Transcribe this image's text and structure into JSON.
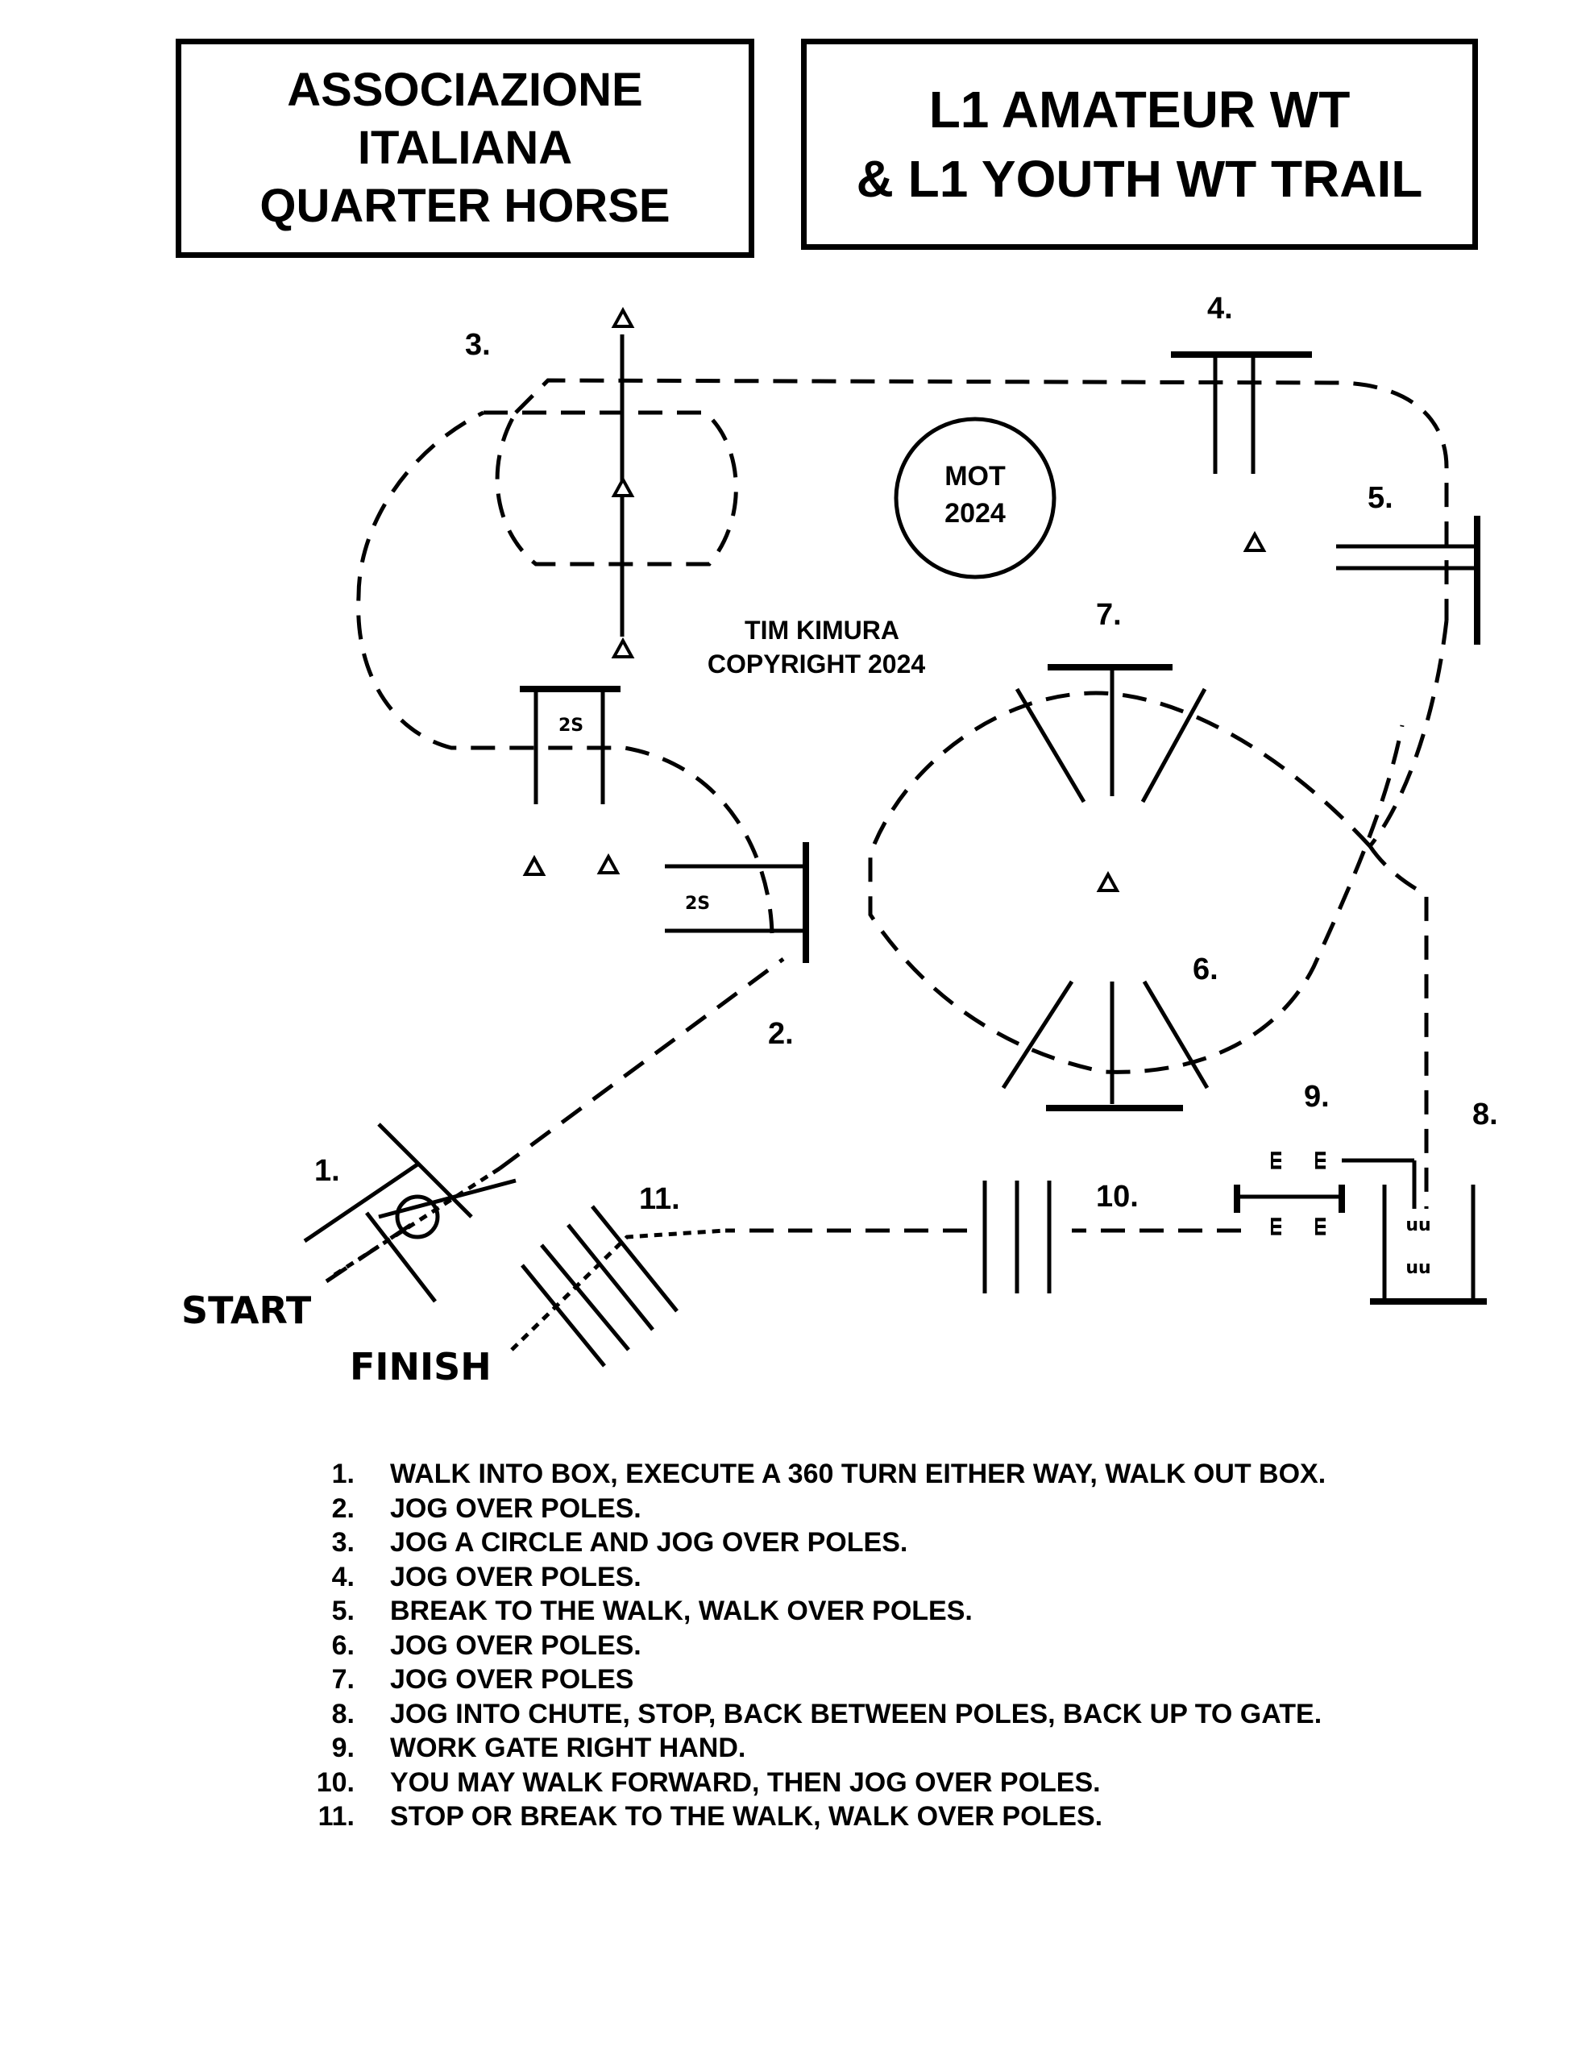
{
  "header": {
    "organization_lines": [
      "ASSOCIAZIONE",
      "ITALIANA",
      "QUARTER HORSE"
    ],
    "class_lines": [
      "L1 AMATEUR WT",
      "& L1 YOUTH WT TRAIL"
    ]
  },
  "diagram": {
    "obstacle_numbers": [
      "1.",
      "2.",
      "3.",
      "4.",
      "5.",
      "6.",
      "7.",
      "8.",
      "9.",
      "10.",
      "11."
    ],
    "start_label": "START",
    "finish_label": "FINISH",
    "stamp_lines": [
      "MOT",
      "2024"
    ],
    "credit_lines": [
      "TIM KIMURA",
      "COPYRIGHT 2024"
    ],
    "pole_marks": {
      "two_step_top": "2S",
      "two_step_side": "2S",
      "gate_marks": [
        "ш",
        "ш",
        "ш",
        "ш"
      ],
      "chute_marks": [
        "uu",
        "uu"
      ]
    }
  },
  "instructions": [
    {
      "num": "1.",
      "text": "WALK INTO BOX, EXECUTE A 360 TURN EITHER WAY, WALK OUT BOX."
    },
    {
      "num": "2.",
      "text": "JOG OVER POLES."
    },
    {
      "num": "3.",
      "text": "JOG A CIRCLE AND JOG OVER POLES."
    },
    {
      "num": "4.",
      "text": "JOG OVER POLES."
    },
    {
      "num": "5.",
      "text": "BREAK TO THE WALK, WALK OVER POLES."
    },
    {
      "num": "6.",
      "text": "JOG OVER POLES."
    },
    {
      "num": "7.",
      "text": "JOG OVER POLES"
    },
    {
      "num": "8.",
      "text": "JOG INTO CHUTE, STOP, BACK BETWEEN POLES, BACK UP TO GATE."
    },
    {
      "num": "9.",
      "text": "WORK GATE RIGHT HAND."
    },
    {
      "num": "10.",
      "text": "YOU MAY WALK FORWARD, THEN JOG OVER POLES."
    },
    {
      "num": "11.",
      "text": "STOP OR BREAK TO THE WALK, WALK OVER POLES."
    }
  ]
}
